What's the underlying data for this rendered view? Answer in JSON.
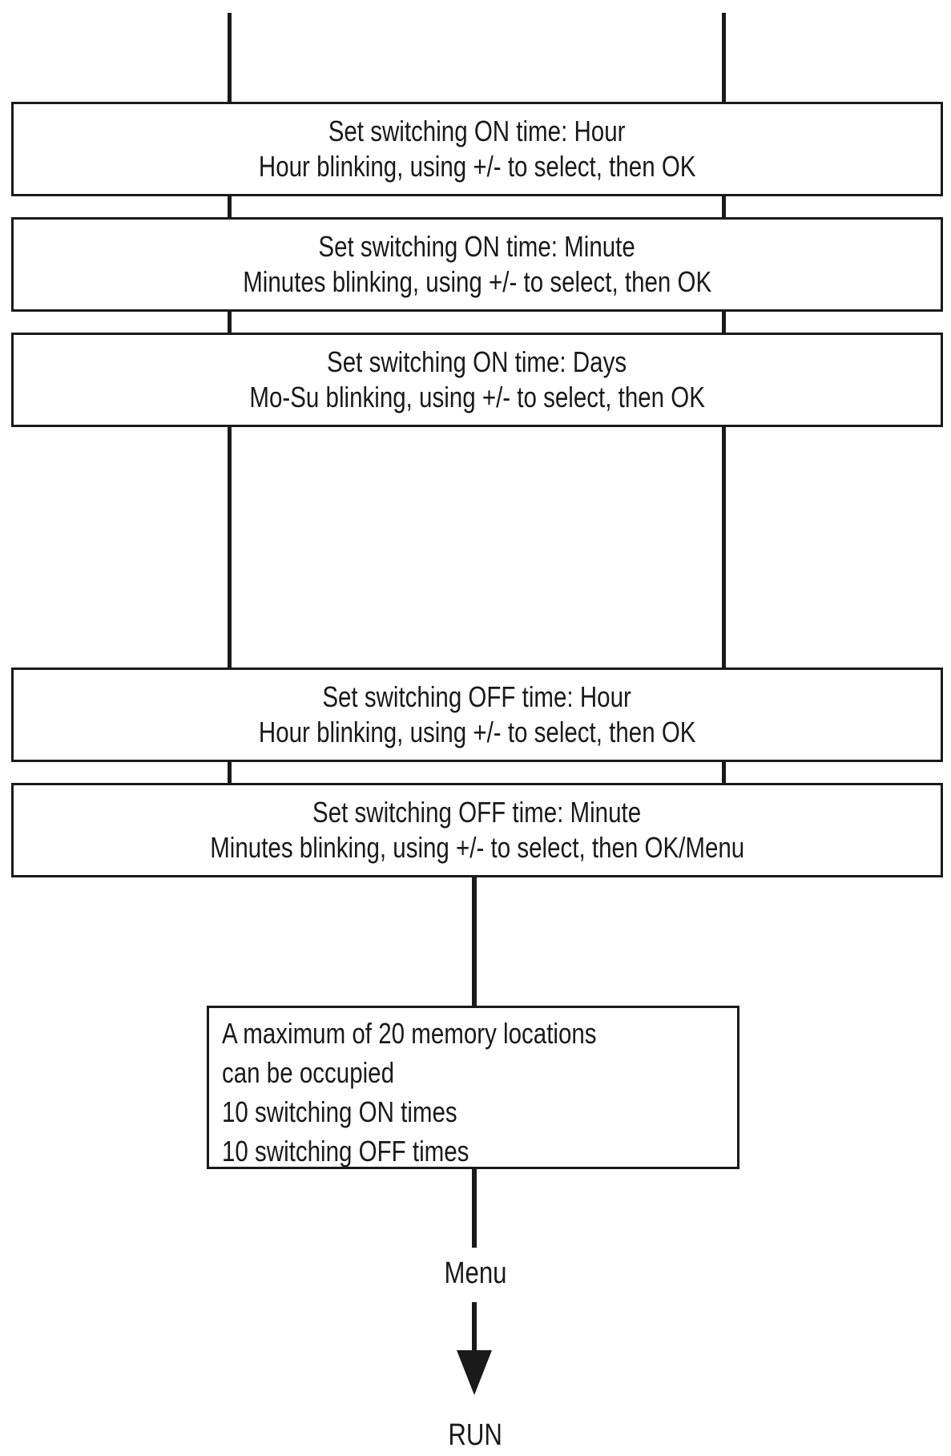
{
  "steps": [
    {
      "title": "Set switching ON time: Hour",
      "instruction": "Hour blinking, using +/- to select, then OK"
    },
    {
      "title": "Set switching ON time: Minute",
      "instruction": "Minutes blinking, using +/- to select, then OK"
    },
    {
      "title": "Set switching ON time: Days",
      "instruction": "Mo-Su blinking, using +/- to select, then OK"
    },
    {
      "title": "Set switching OFF time: Hour",
      "instruction": "Hour blinking, using +/- to select, then OK"
    },
    {
      "title": "Set switching OFF time: Minute",
      "instruction": "Minutes blinking, using +/- to select, then OK/Menu"
    }
  ],
  "note": {
    "lines": [
      "A maximum of 20 memory locations",
      "can be occupied",
      "10 switching ON times",
      "10 switching OFF times"
    ]
  },
  "menu_label": "Menu",
  "end_label": "RUN"
}
